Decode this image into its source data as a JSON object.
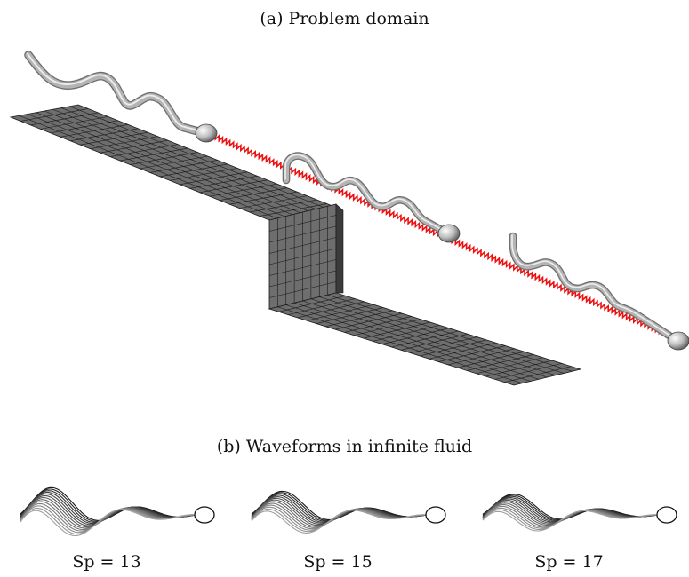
{
  "captions": {
    "a": "(a) Problem domain",
    "b": "(b) Waveforms in infinite fluid"
  },
  "waveforms": [
    {
      "label": "Sp = 13",
      "sp": 13
    },
    {
      "label": "Sp = 15",
      "sp": 15
    },
    {
      "label": "Sp = 17",
      "sp": 17
    }
  ],
  "colors": {
    "wall_fill": "#6e6e6e",
    "wall_grid": "#1a1a1a",
    "spring": "#ee1111",
    "flagellum": "#b4b4b4",
    "head": "#a8a8a8"
  }
}
